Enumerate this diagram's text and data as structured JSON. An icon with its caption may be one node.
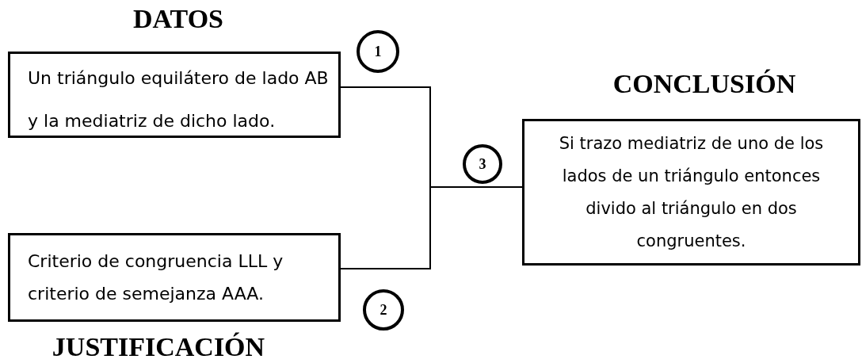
{
  "diagram": {
    "nodes": [
      {
        "text": [
          "DATOS",
          "Un triángulo equilátero de lado AB y la mediatriz de dicho lado."
        ]
      },
      {
        "text": [
          "Criterio de congruencia LLL y criterio de semejanza AAA.",
          "JUSTIFICACIÓN"
        ]
      },
      {
        "text": [
          "CONCLUSIÓN",
          "Si trazo mediatriz de uno de los lados de un triángulo entonces divido al triángulo en dos congruentes."
        ]
      }
    ],
    "edges": [
      {
        "from": 0,
        "to": 2,
        "arrow": "none"
      },
      {
        "from": 1,
        "to": 2,
        "arrow": "none"
      }
    ],
    "labels": [
      "1",
      "3",
      "2"
    ]
  }
}
